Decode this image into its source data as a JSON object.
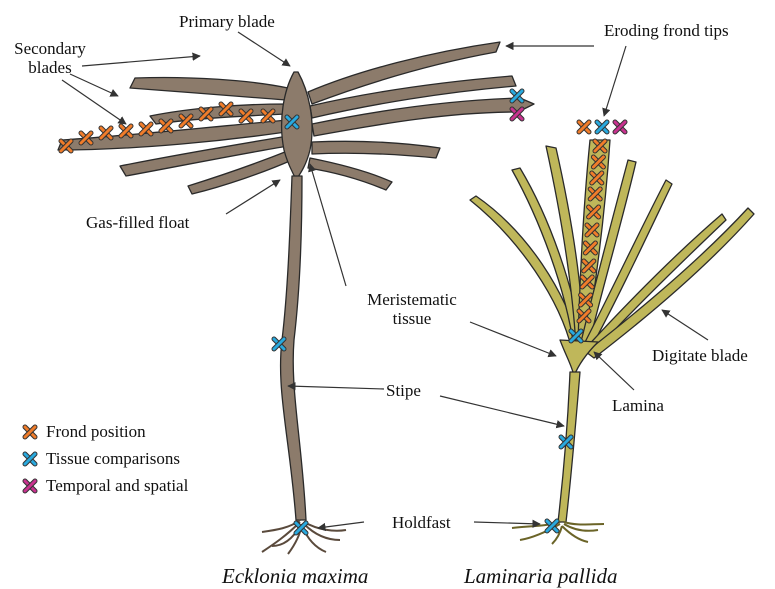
{
  "labels": {
    "primary_blade": "Primary blade",
    "secondary_blades": "Secondary blades",
    "eroding_frond_tips": "Eroding frond tips",
    "gas_filled_float": "Gas-filled float",
    "meristematic_tissue": "Meristematic tissue",
    "digitate_blade": "Digitate blade",
    "stipe": "Stipe",
    "lamina": "Lamina",
    "holdfast": "Holdfast"
  },
  "species": {
    "left": "Ecklonia maxima",
    "right": "Laminaria pallida"
  },
  "legend": [
    {
      "label": "Frond position",
      "color": "#f07c2a"
    },
    {
      "label": "Tissue comparisons",
      "color": "#29a9de"
    },
    {
      "label": "Temporal and spatial",
      "color": "#c8328f"
    }
  ],
  "colors": {
    "ecklonia_fill": "#8c7b6b",
    "laminaria_fill": "#bfb75a",
    "outline": "#2a2a2a"
  }
}
